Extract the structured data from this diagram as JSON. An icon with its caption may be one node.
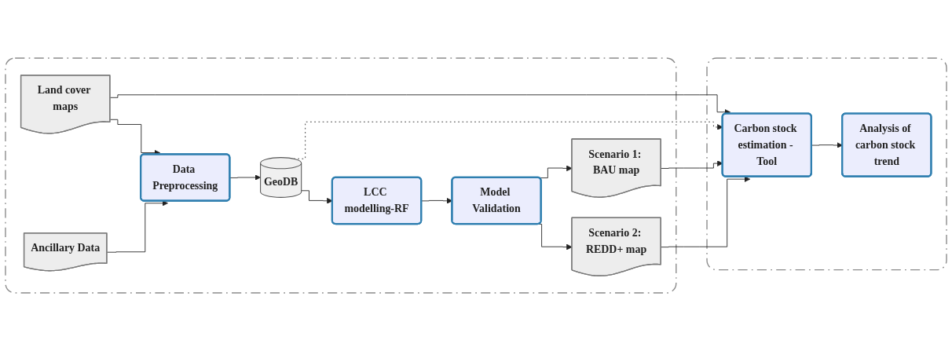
{
  "diagram": {
    "nodes": [
      {
        "text": [],
        "shape": "box"
      },
      {
        "text": [
          "Land cover maps"
        ],
        "in": 0
      },
      {
        "text": [
          "Data Preprocessing"
        ],
        "in": 0
      },
      {
        "text": [
          "Ancillary Data"
        ],
        "in": 0
      },
      {
        "text": [
          "GeoDB"
        ],
        "in": 0
      },
      {
        "text": [
          "LCC modelling-RF"
        ],
        "in": 0
      },
      {
        "text": [
          "Model Validation"
        ],
        "in": 0
      },
      {
        "text": [
          "Scenario 1: BAU map"
        ],
        "in": 0
      },
      {
        "text": [
          "Scenario 2: REDD+ map"
        ],
        "in": 0
      },
      {
        "text": [],
        "shape": "box"
      },
      {
        "text": [
          "Carbon stock estimation - Tool"
        ],
        "in": 9
      },
      {
        "text": [
          "Analysis of carbon stock trend"
        ],
        "in": 9
      }
    ],
    "edges": [
      {
        "from": 1,
        "to": 2,
        "arrow": "to"
      },
      {
        "from": 3,
        "to": 2,
        "arrow": "to"
      },
      {
        "from": 2,
        "to": 4,
        "arrow": "to"
      },
      {
        "from": 4,
        "to": 5,
        "arrow": "to"
      },
      {
        "from": 5,
        "to": 6,
        "arrow": "to"
      },
      {
        "from": 6,
        "to": 7,
        "arrow": "to"
      },
      {
        "from": 6,
        "to": 8,
        "arrow": "to"
      },
      {
        "from": 1,
        "to": 10,
        "arrow": "to"
      },
      {
        "from": 4,
        "to": 10,
        "arrow": "to",
        "style": "dashed"
      },
      {
        "from": 7,
        "to": 10,
        "arrow": "to"
      },
      {
        "from": 8,
        "to": 10,
        "arrow": "to"
      },
      {
        "from": 10,
        "to": 11,
        "arrow": "to"
      }
    ]
  }
}
